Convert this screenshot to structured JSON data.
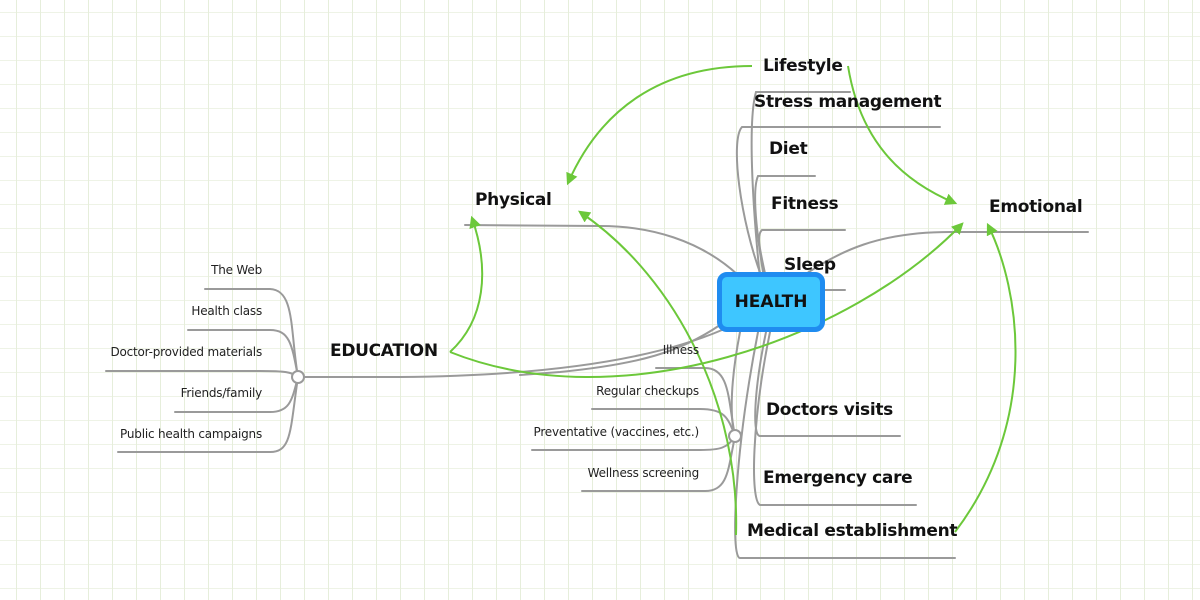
{
  "colors": {
    "central_fill": "#3ec6ff",
    "central_border": "#1f8cf0",
    "relationship": "#6cc83a",
    "branch": "#999999",
    "grid": "#e6eedb"
  },
  "central": {
    "label": "HEALTH"
  },
  "topics": {
    "lifestyle": "Lifestyle",
    "stress": "Stress management",
    "diet": "Diet",
    "fitness": "Fitness",
    "sleep": "Sleep",
    "physical": "Physical",
    "emotional": "Emotional",
    "education": "EDUCATION",
    "doctors_visits": "Doctors visits",
    "emergency_care": "Emergency care",
    "medical_establishment": "Medical establishment"
  },
  "education_subtopics": [
    "The Web",
    "Health class",
    "Doctor-provided materials",
    "Friends/family",
    "Public health campaigns"
  ],
  "illness": {
    "label": "Illness",
    "subtopics": [
      "Regular checkups",
      "Preventative (vaccines, etc.)",
      "Wellness screening"
    ]
  }
}
